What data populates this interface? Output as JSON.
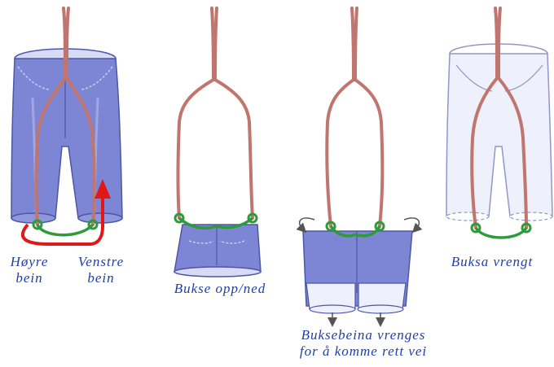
{
  "colors": {
    "denim": "#7d86d4",
    "denim_dark": "#4d56a6",
    "denim_light": "#b8bdeb",
    "strap": "#c0756e",
    "strap_dark": "#9b4d48",
    "loop": "#2f9a3a",
    "arrow_red": "#e01818",
    "inside_out": "#eef0fb",
    "text": "#1f3fa6"
  },
  "labels": {
    "right_leg_line1": "Høyre",
    "right_leg_line2": "bein",
    "left_leg_line1": "Venstre",
    "left_leg_line2": "bein",
    "upside_down": "Bukse opp/ned",
    "turn_line1": "Buksebeina vrenges",
    "turn_line2": "for å komme rett vei",
    "inside_out": "Buksa vrengt"
  }
}
